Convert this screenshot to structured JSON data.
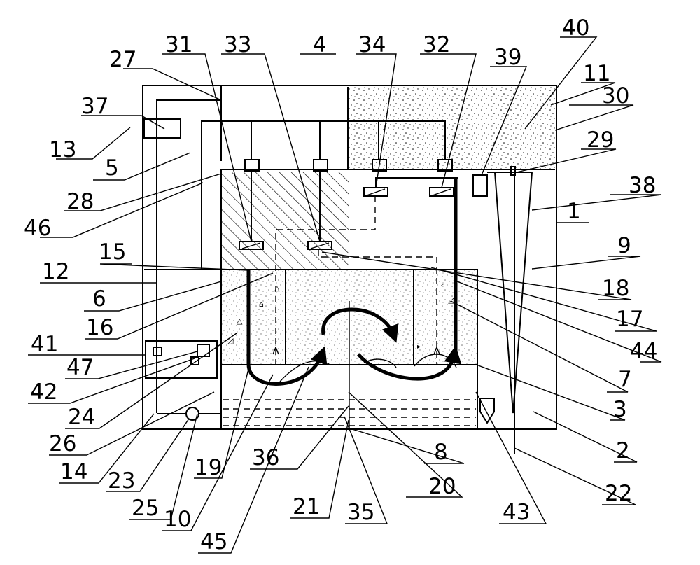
{
  "labels": {
    "l31": "31",
    "l33": "33",
    "l4": "4",
    "l34": "34",
    "l32": "32",
    "l39": "39",
    "l40": "40",
    "l11": "11",
    "l30": "30",
    "l27": "27",
    "l37": "37",
    "l29": "29",
    "l13": "13",
    "l38": "38",
    "l5": "5",
    "l1": "1",
    "l28": "28",
    "l46": "46",
    "l9": "9",
    "l15": "15",
    "l12": "12",
    "l18": "18",
    "l6": "6",
    "l17": "17",
    "l16": "16",
    "l44": "44",
    "l41": "41",
    "l7": "7",
    "l47": "47",
    "l3": "3",
    "l42": "42",
    "l24": "24",
    "l2": "2",
    "l26": "26",
    "l8": "8",
    "l14": "14",
    "l22": "22",
    "l23": "23",
    "l19": "19",
    "l36": "36",
    "l20": "20",
    "l25": "25",
    "l10": "10",
    "l21": "21",
    "l35": "35",
    "l43": "43",
    "l45": "45"
  }
}
